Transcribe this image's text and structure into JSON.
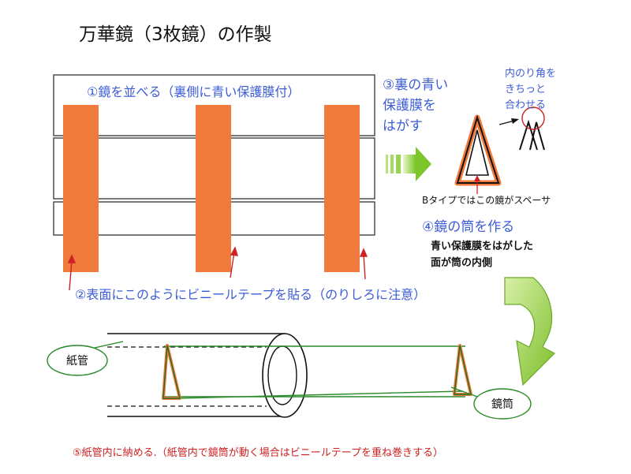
{
  "title": "万華鏡（3枚鏡）の作製",
  "step1": "①鏡を並べる（裏側に青い保護膜付）",
  "step2": "②表面にこのようにビニールテープを貼る（のりしろに注意）",
  "step3_lines": [
    "③裏の青い",
    "保護膜を",
    "はがす"
  ],
  "angle_note_lines": [
    "内のり角を",
    "きちっと",
    "合わせる"
  ],
  "spacer_note": "Bタイプではこの鏡がスペーサ",
  "step4": "④鏡の筒を作る",
  "step4_note_lines": [
    "青い保護膜をはがした",
    "面が筒の内側"
  ],
  "label_paper_tube": "紙管",
  "label_mirror_tube": "鏡筒",
  "step5": "⑤紙管内に納める.（紙管内で鏡筒が動く場合はビニールテープを重ね巻きする）",
  "colors": {
    "tape_orange": "#f07a3c",
    "blue_text": "#3c5cd6",
    "red_text": "#cc2222",
    "arrow_green": "#8ccd3c",
    "tube_green": "#2a8a2a"
  }
}
